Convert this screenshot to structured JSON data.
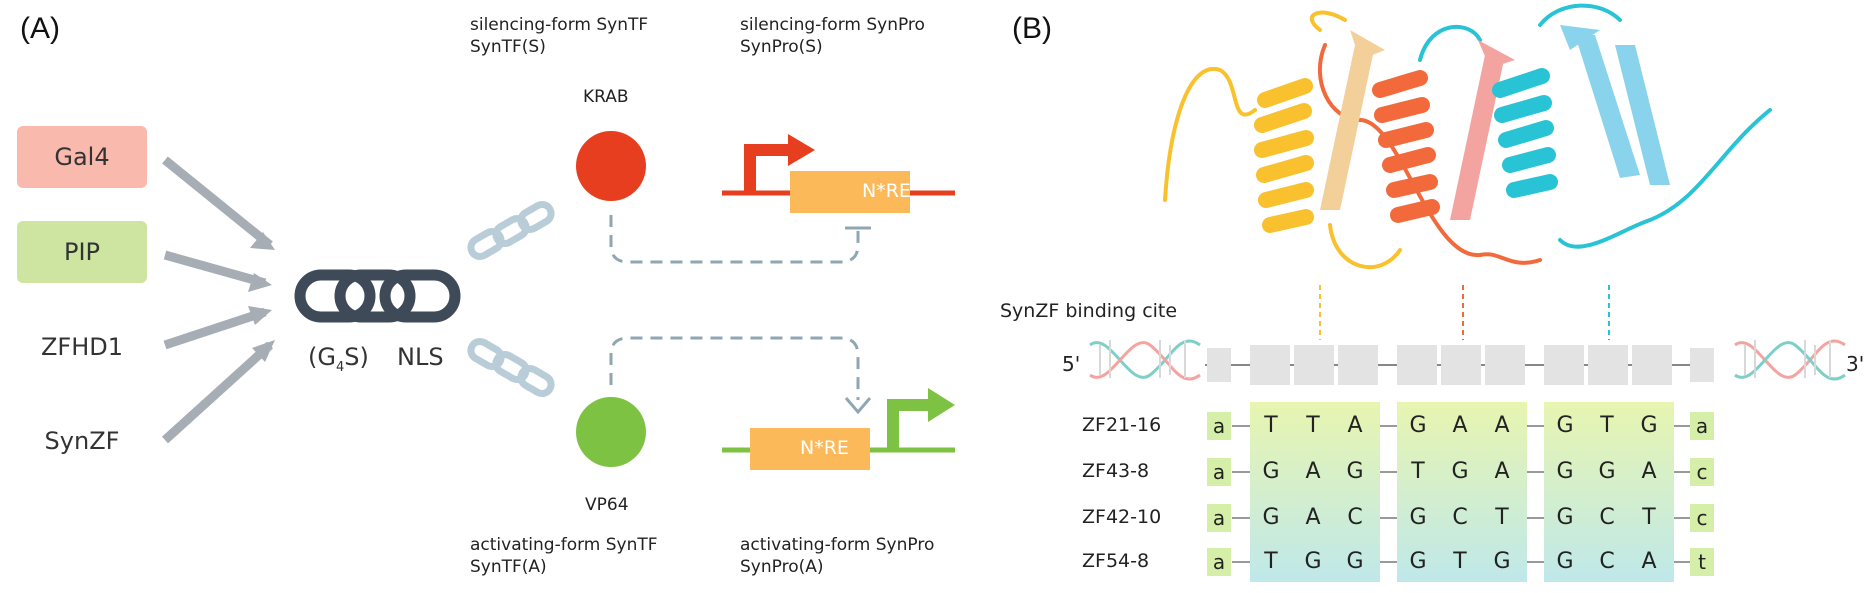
{
  "panelA": {
    "label": "(A)",
    "dbd_boxes": [
      {
        "label": "Gal4",
        "color": "#f9b9ac"
      },
      {
        "label": "PIP",
        "color": "#fbe39a"
      },
      {
        "label": "ZFHD1",
        "color": "#cde5a0"
      },
      {
        "label": "SynZF",
        "color": "#7fd0c9"
      }
    ],
    "linker_label_prefix": "(G",
    "linker_label_sub": "4",
    "linker_label_suffix": "S)",
    "nls_label": "NLS",
    "silencing_tf_line1": "silencing-form SynTF",
    "silencing_tf_line2": "SynTF(S)",
    "silencing_pro_line1": "silencing-form SynPro",
    "silencing_pro_line2": "SynPro(S)",
    "krab_label": "KRAB",
    "vp64_label": "VP64",
    "activating_tf_line1": "activating-form SynTF",
    "activating_tf_line2": "SynTF(A)",
    "activating_pro_line1": "activating-form SynPro",
    "activating_pro_line2": "SynPro(A)",
    "nre_label": "N*RE",
    "colors": {
      "krab": "#e63e1f",
      "vp64": "#7dc242",
      "nre_box": "#fbb95a",
      "dashed": "#8fa7b3",
      "chain": "#b8cdd8"
    }
  },
  "panelB": {
    "label": "(B)",
    "binding_title": "SynZF binding cite",
    "five_prime": "5'",
    "three_prime": "3'",
    "rows": [
      {
        "name": "ZF21-16",
        "left": "a",
        "triplets": [
          [
            "T",
            "T",
            "A"
          ],
          [
            "G",
            "A",
            "A"
          ],
          [
            "G",
            "T",
            "G"
          ]
        ],
        "right": "a"
      },
      {
        "name": "ZF43-8",
        "left": "a",
        "triplets": [
          [
            "G",
            "A",
            "G"
          ],
          [
            "T",
            "G",
            "A"
          ],
          [
            "G",
            "G",
            "A"
          ]
        ],
        "right": "c"
      },
      {
        "name": "ZF42-10",
        "left": "a",
        "triplets": [
          [
            "G",
            "A",
            "C"
          ],
          [
            "G",
            "C",
            "T"
          ],
          [
            "G",
            "C",
            "T"
          ]
        ],
        "right": "c"
      },
      {
        "name": "ZF54-8",
        "left": "a",
        "triplets": [
          [
            "T",
            "G",
            "G"
          ],
          [
            "G",
            "T",
            "G"
          ],
          [
            "G",
            "C",
            "A"
          ]
        ],
        "right": "t"
      }
    ],
    "colors": {
      "helix1": "#f9c12e",
      "helix2": "#f26a3c",
      "helix3": "#29c3d6",
      "strand1": "#f3cf9a",
      "strand2": "#f4a4a0",
      "strand3": "#8ad3ec"
    }
  }
}
